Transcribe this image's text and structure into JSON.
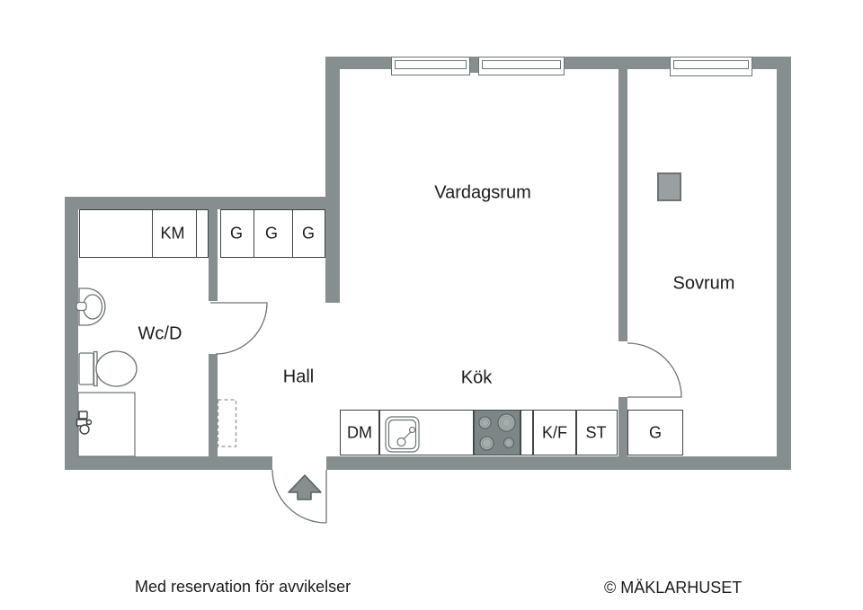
{
  "rooms": {
    "vardagsrum": "Vardagsrum",
    "sovrum": "Sovrum",
    "wcd": "Wc/D",
    "hall": "Hall",
    "kok": "Kök"
  },
  "closets": {
    "km": "KM",
    "hall_g1": "G",
    "hall_g2": "G",
    "hall_g3": "G",
    "bedroom_g": "G"
  },
  "kitchen": {
    "dm": "DM",
    "kf": "K/F",
    "st": "ST"
  },
  "footer": {
    "disclaimer": "Med reservation för avvikelser",
    "copyright": "© MÄKLARHUSET"
  },
  "colors": {
    "wall": "#878e8f",
    "fixture_outline": "#6b7475",
    "unit_border": "#3f4445",
    "stove_fill": "#7c8687",
    "burner_fill": "#a7adad",
    "shaft_fill": "#9aa0a1",
    "dashed_outline": "#8f9697",
    "text": "#1b1b1b",
    "background": "#ffffff"
  }
}
